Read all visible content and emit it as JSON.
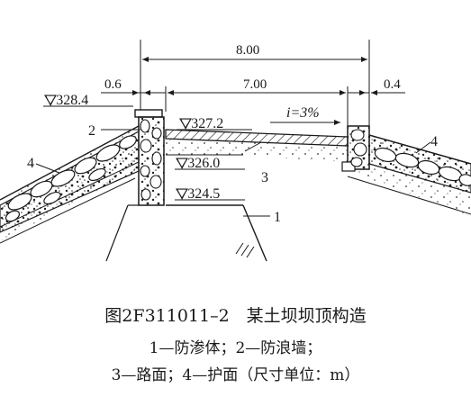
{
  "dimensions": {
    "total_width": "8.00",
    "road_width": "7.00",
    "left_wall": "0.6",
    "right_wall": "0.4"
  },
  "elevations": {
    "wall_top": "▽328.4",
    "road_surface": "▽327.2",
    "mid_level": "▽326.0",
    "core_level": "▽324.5"
  },
  "slope": "i=3%",
  "callouts": {
    "one": "1",
    "two": "2",
    "three": "3",
    "four_left": "4",
    "four_right": "4"
  },
  "caption": {
    "title": "图2F311011–2　某土坝坝顶构造",
    "line1": "1—防渗体；2—防浪墙；",
    "line2": "3—路面；4—护面（尺寸单位：m）"
  }
}
